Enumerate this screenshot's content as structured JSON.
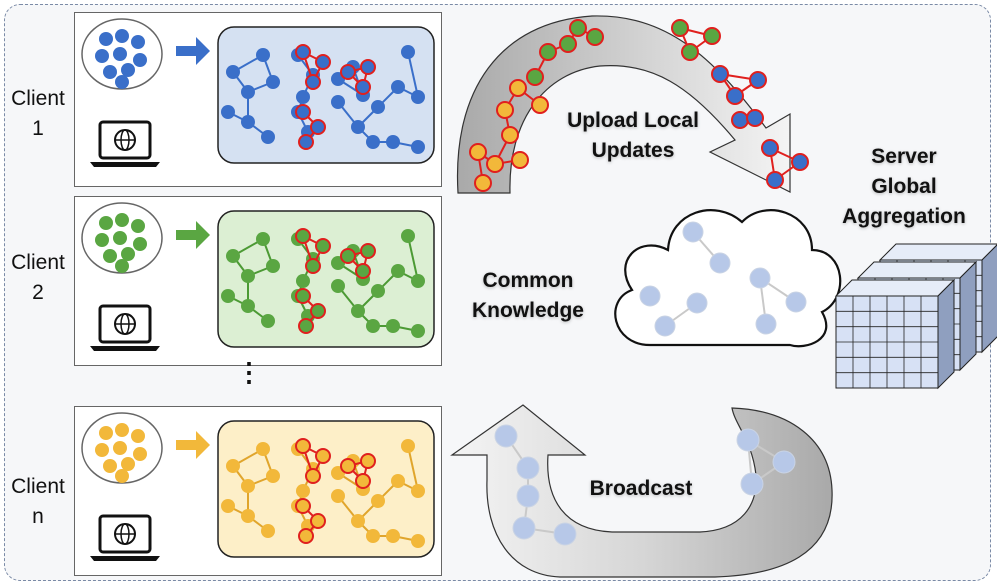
{
  "clients": [
    {
      "label_line1": "Client",
      "label_line2": "1",
      "color": "#3a6fc9",
      "edge_color": "#3a6fc9",
      "panel_fill": "#d5e1f2"
    },
    {
      "label_line1": "Client",
      "label_line2": "2",
      "color": "#5aa642",
      "edge_color": "#4c9a34",
      "panel_fill": "#dcefd3"
    },
    {
      "label_line1": "Client",
      "label_line2": "n",
      "color": "#f2b83a",
      "edge_color": "#e0a52c",
      "panel_fill": "#fdefc8"
    }
  ],
  "ellipsis": "⋮",
  "labels": {
    "upload_line1": "Upload Local",
    "upload_line2": "Updates",
    "server_line1": "Server",
    "server_line2": "Global",
    "server_line3": "Aggregation",
    "common_line1": "Common",
    "common_line2": "Knowledge",
    "broadcast": "Broadcast"
  },
  "icons": {
    "device": "laptop-globe-icon",
    "server": "server-rack-icon",
    "cloud": "cloud-icon"
  },
  "colors": {
    "highlight_edge": "#e0201e",
    "knowledge_node": "#b7c8e8",
    "arrow_dark": "#bdbdbd",
    "arrow_light": "#ececec"
  }
}
